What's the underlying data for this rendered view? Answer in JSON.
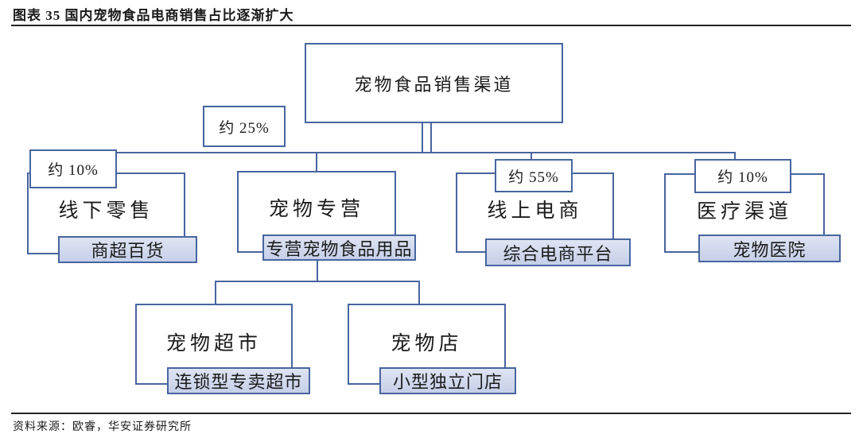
{
  "header": {
    "title": "图表 35 国内宠物食品电商销售占比逐渐扩大"
  },
  "footer": {
    "source": "资料来源：欧睿，华安证券研究所"
  },
  "colors": {
    "box_border": "#47659f",
    "shaded_fill_top": "#dfe4f3",
    "shaded_fill_bottom": "#c5cfe8",
    "rule": "#232323",
    "text": "#1b1b1b"
  },
  "diagram": {
    "root": {
      "label": "宠物食品销售渠道"
    },
    "branches": [
      {
        "share": "约 10%",
        "label": "线下零售",
        "sub": "商超百货"
      },
      {
        "share": "约 25%",
        "label": "宠物专营",
        "sub": "专营宠物食品用品",
        "children": [
          {
            "label": "宠物超市",
            "sub": "连锁型专卖超市"
          },
          {
            "label": "宠物店",
            "sub": "小型独立门店"
          }
        ]
      },
      {
        "share": "约 55%",
        "label": "线上电商",
        "sub": "综合电商平台"
      },
      {
        "share": "约 10%",
        "label": "医疗渠道",
        "sub": "宠物医院"
      }
    ]
  }
}
